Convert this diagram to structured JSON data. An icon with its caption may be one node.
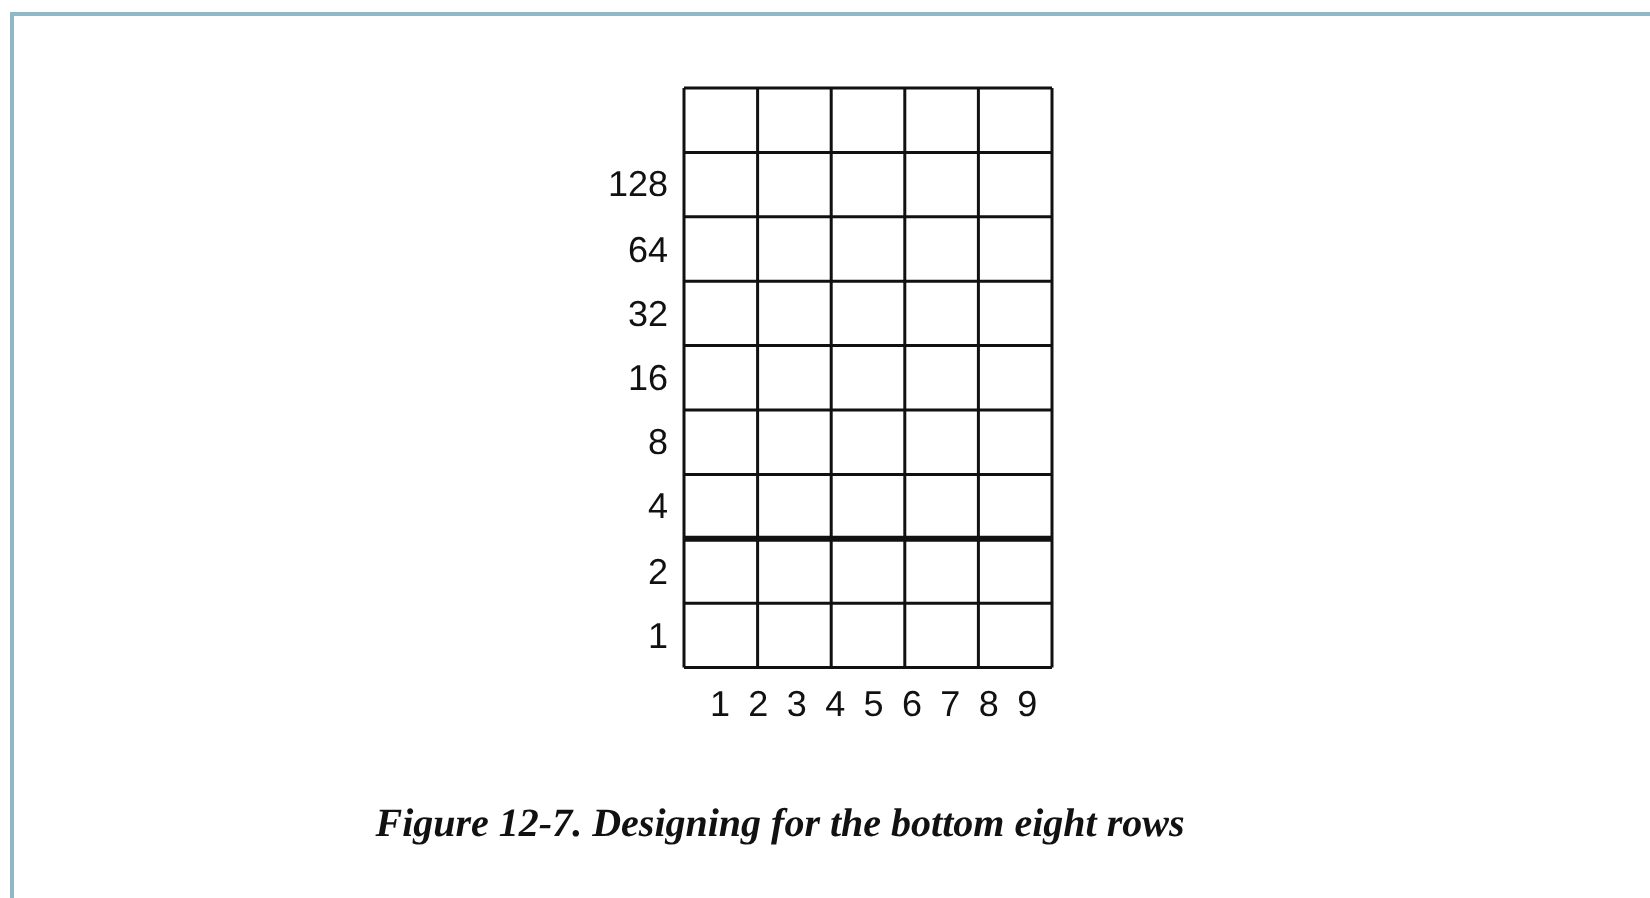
{
  "diagram": {
    "caption": "Figure 12-7. Designing for the bottom eight rows",
    "labels": [
      "128",
      "64",
      "32",
      "16",
      "8",
      "4",
      "2",
      "1",
      "1",
      "2",
      "3",
      "4",
      "5",
      "6",
      "7",
      "8",
      "9"
    ]
  }
}
